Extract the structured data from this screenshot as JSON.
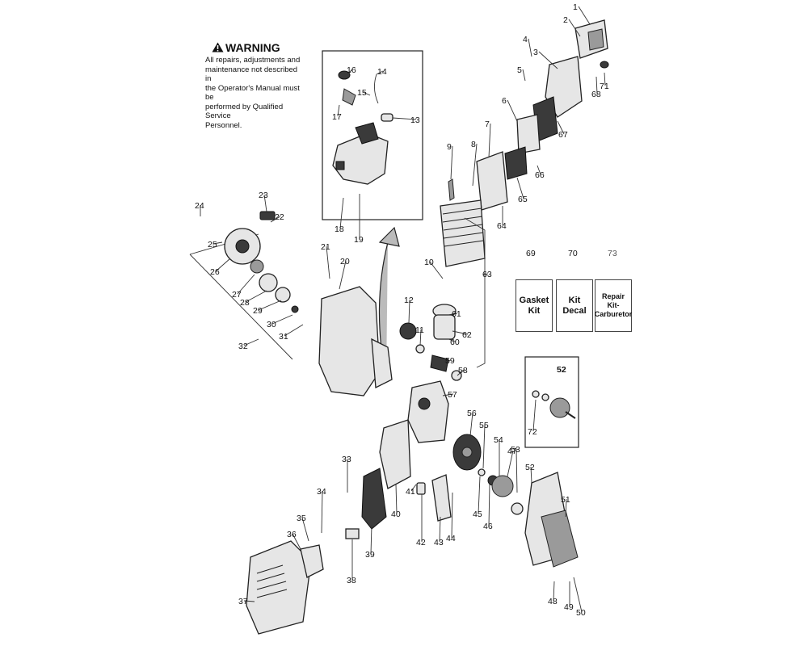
{
  "warning": {
    "title": "WARNING",
    "lines": [
      "All repairs, adjustments and",
      "maintenance not described in",
      "the Operator's Manual must be",
      "performed by Qualified Service",
      "Personnel."
    ]
  },
  "kits": [
    {
      "number": "69",
      "line1": "Gasket",
      "line2": "Kit"
    },
    {
      "number": "70",
      "line1": "Kit",
      "line2": "Decal"
    },
    {
      "number": "73",
      "line1": "Repair Kit-",
      "line2": "Carburetor"
    }
  ],
  "part_numbers": [
    "1",
    "2",
    "3",
    "4",
    "5",
    "6",
    "7",
    "8",
    "9",
    "10",
    "11",
    "12",
    "13",
    "14",
    "15",
    "16",
    "17",
    "18",
    "19",
    "20",
    "21",
    "22",
    "23",
    "24",
    "25",
    "26",
    "27",
    "28",
    "29",
    "30",
    "31",
    "32",
    "33",
    "34",
    "35",
    "36",
    "37",
    "38",
    "39",
    "40",
    "41",
    "42",
    "43",
    "44",
    "45",
    "46",
    "47",
    "48",
    "49",
    "50",
    "51",
    "52",
    "53",
    "54",
    "55",
    "56",
    "57",
    "58",
    "59",
    "60",
    "61",
    "62",
    "63",
    "64",
    "65",
    "66",
    "67",
    "68",
    "71",
    "72"
  ],
  "inset_52_label": "52"
}
